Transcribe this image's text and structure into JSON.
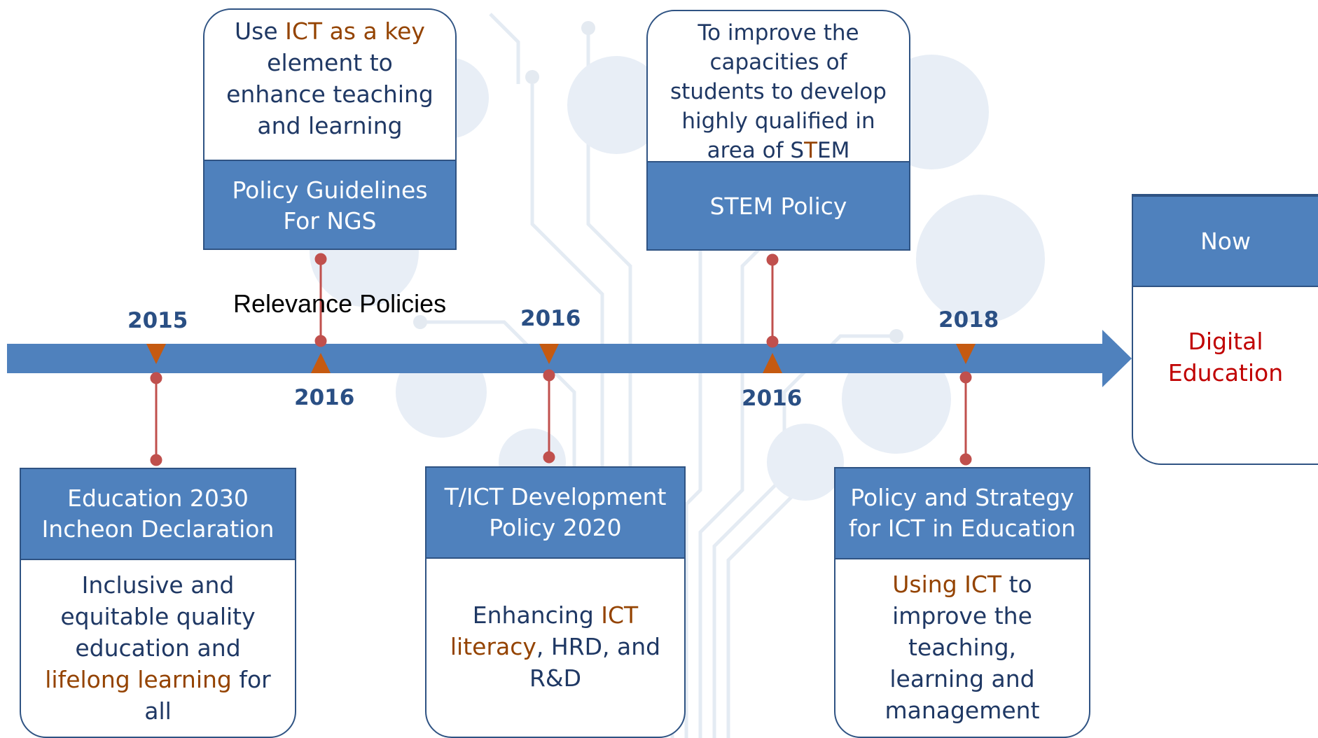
{
  "label": "Relevance Policies",
  "years": {
    "y2015": "2015",
    "y2016_top": "2016",
    "y2016_bottom_a": "2016",
    "y2016_bottom_b": "2016",
    "y2018": "2018"
  },
  "cards": {
    "ngs": {
      "title_lines": [
        "Policy Guidelines",
        "For NGS"
      ],
      "desc": [
        "Use ",
        "ICT as a key",
        " element to enhance teaching and learning"
      ]
    },
    "stem": {
      "title": "STEM Policy",
      "desc": [
        "To improve the capacities of students to develop highly qualified in area of S",
        "T",
        "EM"
      ]
    },
    "incheon": {
      "title_lines": [
        "Education 2030",
        "Incheon Declaration"
      ],
      "desc": [
        "Inclusive and equitable quality education and ",
        "lifelong learning",
        " for all"
      ]
    },
    "tict": {
      "title_lines": [
        "T/ICT Development",
        "Policy 2020"
      ],
      "desc": [
        "Enhancing ",
        "ICT literacy",
        ", HRD, and R&D"
      ]
    },
    "ict_edu": {
      "title_lines": [
        "Policy and Strategy",
        "for ICT in Education"
      ],
      "desc": [
        "Using ICT",
        " to improve the teaching, learning and management"
      ]
    },
    "now": {
      "title": "Now",
      "desc_lines": [
        "Digital",
        "Education"
      ]
    }
  },
  "colors": {
    "arrow": "#4f81bd",
    "marker": "#c55a11",
    "stem_line": "#c0504d",
    "year_text": "#2a4f84",
    "highlight": "#944300",
    "digital": "#c00000"
  }
}
